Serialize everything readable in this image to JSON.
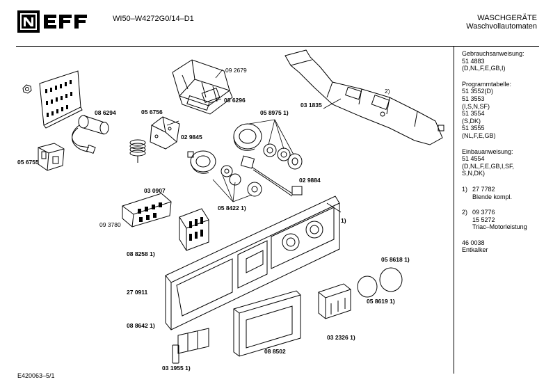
{
  "header": {
    "model": "WI50–W4272G0/14–D1",
    "category": "WASCHGERÄTE",
    "subcategory": "Waschvollautomaten"
  },
  "logo": {
    "icon": "neff-logo",
    "text": "NEFF"
  },
  "sidebar": {
    "blocks": [
      [
        "Gebrauchsanweisung:",
        "51 4883",
        "(D,NL,F,E,GB,I)"
      ],
      [
        "Programmtabelle:",
        "51 3552(D)",
        "51 3553",
        "(I,S,N,SF)",
        "51 3554",
        "(S,DK)",
        "51 3555",
        "(NL,F,E,GB)"
      ],
      [
        "Einbauanweisung:",
        "51 4554",
        "(D,NL,F,E,GB,I,SF,",
        "S,N,DK)"
      ]
    ],
    "notes": [
      {
        "num": "1)",
        "lines": [
          "27 7782",
          "Blende kompl."
        ]
      },
      {
        "num": "2)",
        "lines": [
          "09 3776",
          "15 5272",
          "Triac–Motorleistung"
        ]
      }
    ],
    "extra": [
      "46 0038",
      "Entkalker"
    ]
  },
  "labels": {
    "p092679": "09 2679",
    "p086296": "08 6296",
    "p086294": "08 6294",
    "p056756": "05 6756",
    "p056755": "05 6755",
    "p029845": "02 9845",
    "p058975": "05 8975  1)",
    "p031835": "03 1835",
    "note2": "2)",
    "p030907": "03 0907",
    "p093780": "09 3780",
    "p029884": "02 9884",
    "p058422": "05 8422  1)",
    "panel": "1)",
    "p088258": "08 8258  1)",
    "p058618": "05 8618  1)",
    "p058619": "05 8619  1)",
    "p270911": "27 0911",
    "p088642": "08 8642  1)",
    "p088502": "08 8502",
    "p032326": "03 2326  1)",
    "p031955": "03 1955  1)"
  },
  "footer": {
    "code": "E420063–5/1"
  }
}
